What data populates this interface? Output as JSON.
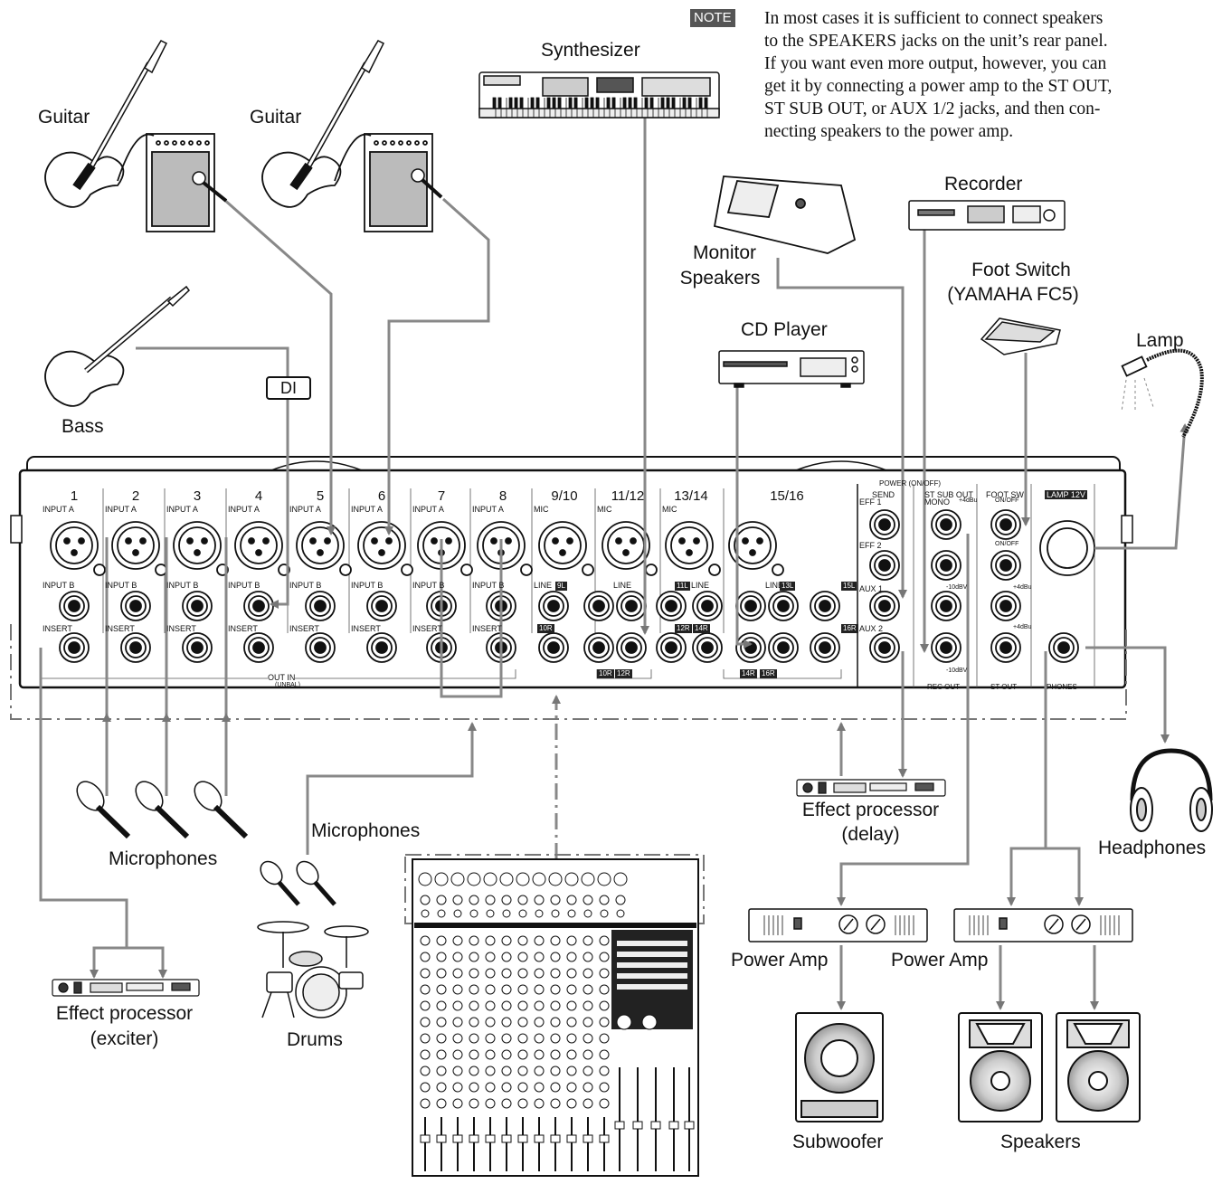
{
  "note": {
    "badge": "NOTE",
    "lines": [
      "In most cases it is sufficient to connect speakers",
      "to the SPEAKERS jacks on the unit’s rear panel.",
      "If you want even more output, however, you can",
      "get it by connecting a power amp to the ST OUT,",
      "ST SUB OUT, or AUX 1/2 jacks, and then con-",
      "necting speakers to the power amp."
    ]
  },
  "devices": {
    "synthesizer": "Synthesizer",
    "guitar_1": "Guitar",
    "guitar_2": "Guitar",
    "bass": "Bass",
    "di": "DI",
    "monitor_line1": "Monitor",
    "monitor_line2": "Speakers",
    "recorder": "Recorder",
    "footswitch_line1": "Foot Switch",
    "footswitch_line2": "(YAMAHA FC5)",
    "cd_player": "CD Player",
    "lamp": "Lamp",
    "microphones_1": "Microphones",
    "microphones_2": "Microphones",
    "drums": "Drums",
    "effect_exciter_line1": "Effect processor",
    "effect_exciter_line2": "(exciter)",
    "effect_delay_line1": "Effect processor",
    "effect_delay_line2": "(delay)",
    "headphones": "Headphones",
    "power_amp_1": "Power Amp",
    "power_amp_2": "Power Amp",
    "subwoofer": "Subwoofer",
    "speakers": "Speakers"
  },
  "panel": {
    "channels": [
      "1",
      "2",
      "3",
      "4",
      "5",
      "6",
      "7",
      "8",
      "9/10",
      "11/12",
      "13/14",
      "15/16"
    ],
    "input_a": "INPUT A",
    "input_b": "INPUT B",
    "insert": "INSERT",
    "mic": "MIC",
    "line": "LINE",
    "out_in": "OUT IN",
    "unbal": "(UNBAL)",
    "power": "POWER (ON/OFF)",
    "send": "SEND",
    "eff1": "EFF 1",
    "eff2": "EFF 2",
    "aux1": "AUX 1",
    "aux2": "AUX 2",
    "st_sub_out": "ST SUB OUT",
    "mono": "MONO",
    "foot_sw": "FOOT SW",
    "on_off": "ON/OFF",
    "lamp_12v": "LAMP 12V",
    "rec_out": "REC OUT",
    "st_out": "ST OUT",
    "phones": "PHONES",
    "level_4dbu": "+4dBu",
    "level_10dbv": "-10dBV",
    "tags": [
      "9L",
      "10R",
      "11L",
      "12R",
      "13L",
      "14R",
      "15L",
      "16R",
      "10R",
      "12R",
      "14R",
      "16R"
    ]
  }
}
